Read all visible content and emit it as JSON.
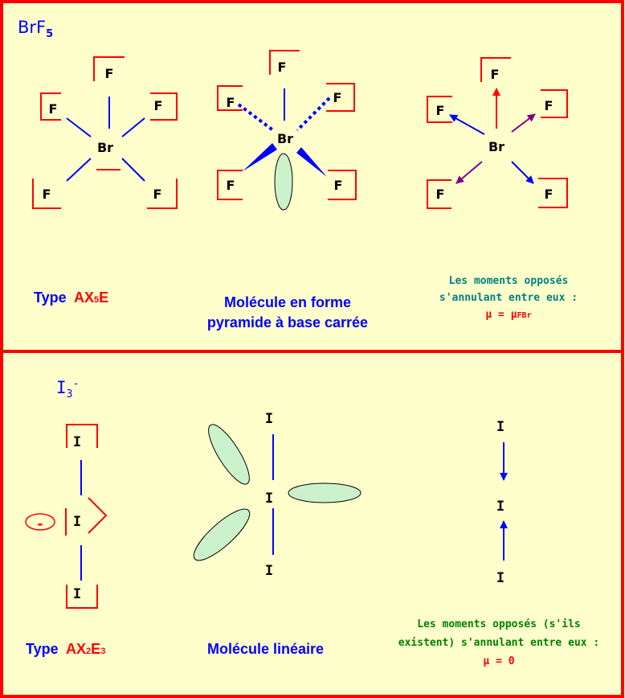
{
  "section1": {
    "formula": {
      "main": "BrF",
      "sub": "5"
    },
    "type_label": {
      "prefix": "Type",
      "formula_a": "AX",
      "formula_sub": "5",
      "formula_b": "E"
    },
    "shape_caption": {
      "line1": "Molécule en forme",
      "line2": "pyramide à base carrée"
    },
    "moments_caption": {
      "line1": "Les moments opposés",
      "line2": "s'annulant entre eux :",
      "line3_mu": "μ = μ",
      "line3_sub": "FBr"
    },
    "atoms": {
      "central": "Br",
      "ligand": "F"
    }
  },
  "section2": {
    "formula": {
      "main": "I",
      "sub": "3",
      "sup": "-"
    },
    "type_label": {
      "prefix": "Type",
      "formula_a": "AX",
      "formula_sub": "2",
      "formula_b": "E",
      "formula_sub2": "3"
    },
    "shape_caption": "Molécule linéaire",
    "moments_caption": {
      "line1": "Les moments opposés (s'ils",
      "line2": "existent) s'annulant entre eux :",
      "line3": "μ = 0"
    },
    "atoms": {
      "atom": "I",
      "charge": "-"
    }
  },
  "colors": {
    "background": "#FFFFCC",
    "border": "#FF0000",
    "bond": "#0000FF",
    "lone_pair": "#FF0000",
    "lobe": "#CCF2CC",
    "moment_purple": "#800080",
    "caption_teal": "#008080",
    "caption_green": "#008000"
  }
}
